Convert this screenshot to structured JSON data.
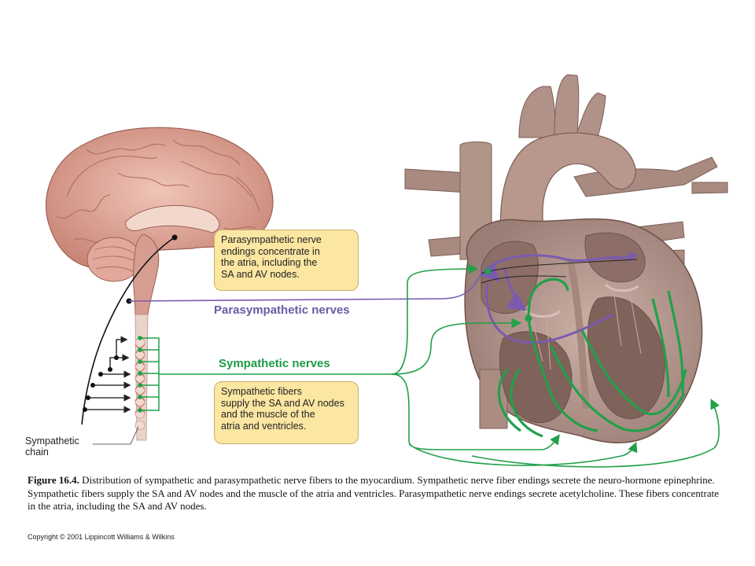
{
  "callouts": {
    "parasympathetic": [
      "Parasympathetic nerve",
      "endings concentrate in",
      "the atria, including the",
      "SA and AV nodes."
    ],
    "sympathetic": [
      "Sympathetic fibers",
      "supply the SA and AV nodes",
      "and the muscle of the",
      "atria and ventricles."
    ]
  },
  "labels": {
    "parasympathetic_nerves": "Parasympathetic nerves",
    "sympathetic_nerves": "Sympathetic nerves",
    "sympathetic_chain_line1": "Sympathetic",
    "sympathetic_chain_line2": "chain"
  },
  "caption": {
    "figure_number": "Figure 16.4.",
    "text": "Distribution of sympathetic and parasympathetic nerve fibers to the myocardium. Sympathetic nerve fiber endings secrete the neuro-hormone epinephrine. Sympathetic fibers supply the SA and AV nodes and the muscle of the atria and ventricles. Parasympathetic nerve endings secrete acetylcholine. These fibers concentrate in the atria, including the SA and AV nodes."
  },
  "copyright": "Copyright © 2001 Lippincott Williams & Wilkins",
  "colors": {
    "parasympathetic": "#7a5bb0",
    "sympathetic": "#22a04a",
    "callout_fill": "#fbe6a2",
    "heart": "#b99a90",
    "brain": "#dba89a"
  }
}
